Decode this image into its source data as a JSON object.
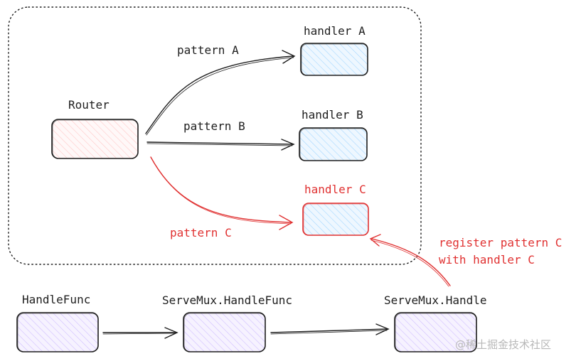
{
  "labels": {
    "router": "Router",
    "handler_a": "handler A",
    "handler_b": "handler B",
    "handler_c": "handler C",
    "pattern_a": "pattern A",
    "pattern_b": "pattern B",
    "pattern_c": "pattern C",
    "register_line1": "register pattern C",
    "register_line2": "with handler C",
    "handlefunc": "HandleFunc",
    "servemux_handlefunc": "ServeMux.HandleFunc",
    "servemux_handle": "ServeMux.Handle"
  },
  "watermark": "@稀土掘金技术社区",
  "colors": {
    "stroke": "#1e1e1e",
    "accent_red": "#e03131",
    "router_fill": "#ffe3e3",
    "handler_fill": "#d0ebff",
    "func_fill": "#e5dbff"
  }
}
